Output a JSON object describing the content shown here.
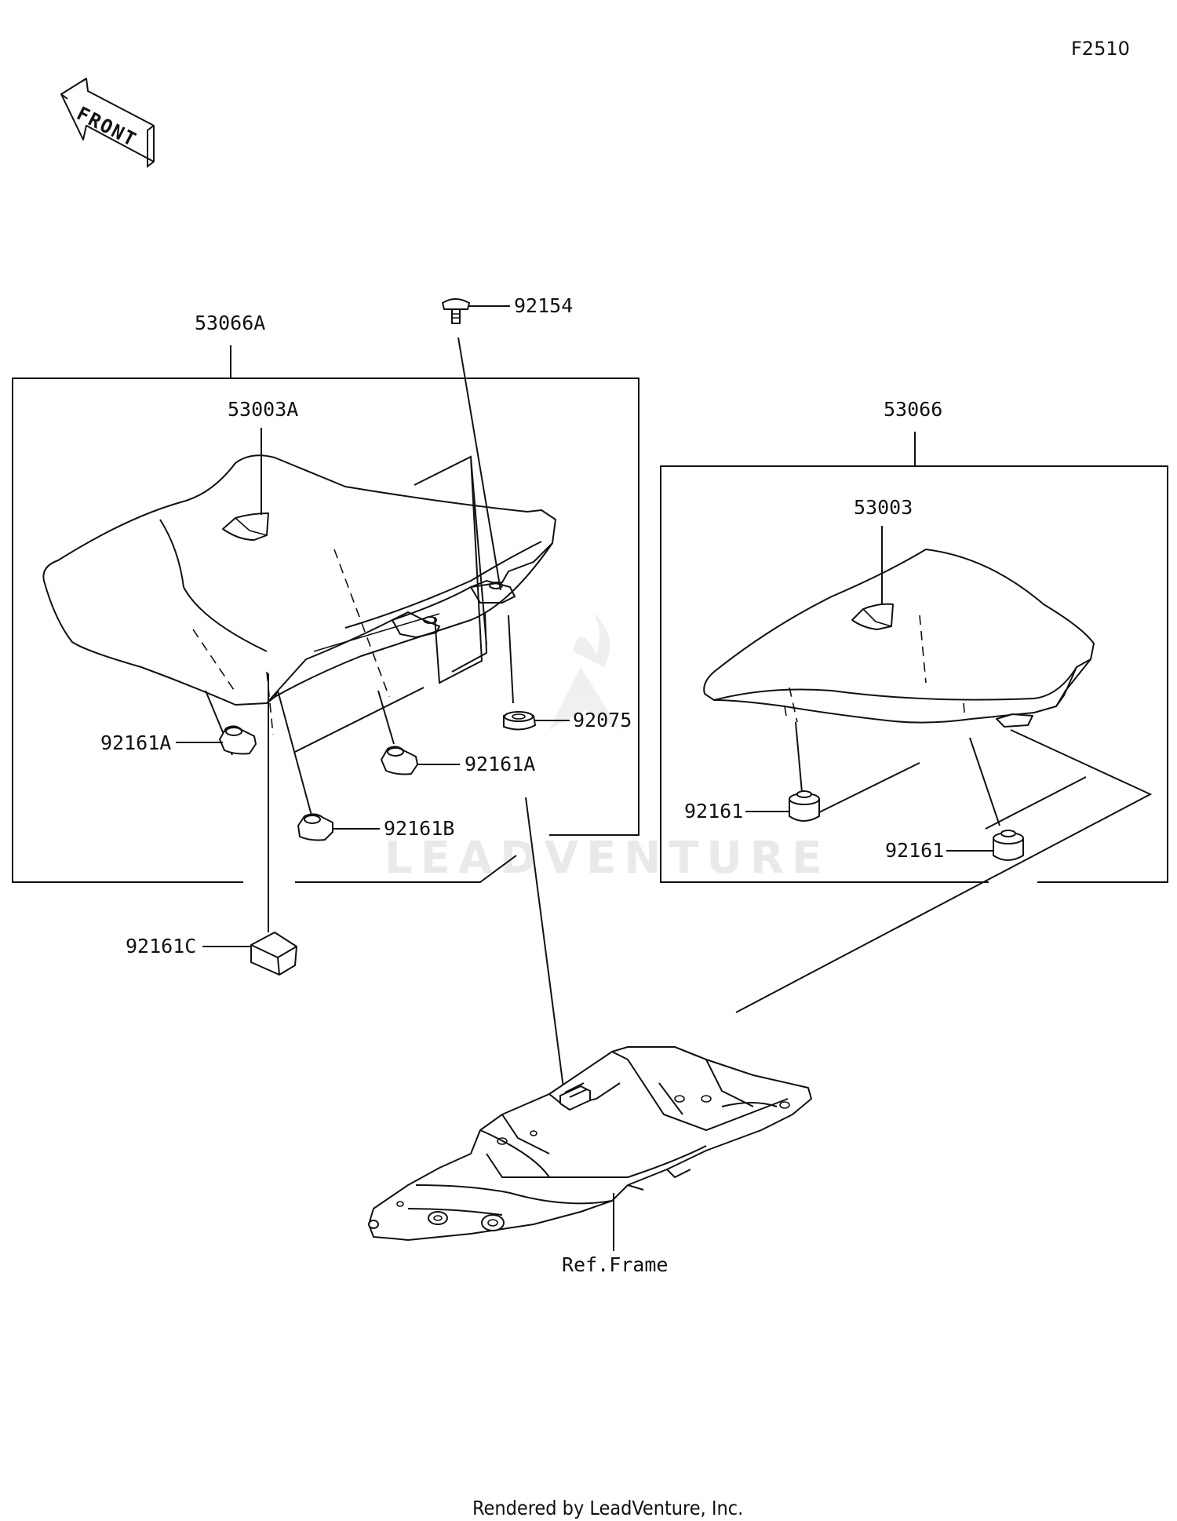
{
  "diagram_code": "F2510",
  "front_label": "FRONT",
  "watermark": "LEADVENTURE",
  "footer": "Rendered by LeadVenture, Inc.",
  "groups": {
    "front_seat": "53066A",
    "rear_seat": "53066"
  },
  "parts": {
    "front_seat_cover": "53003A",
    "rear_seat_cover": "53003",
    "bolt": "92154",
    "grommet": "92075",
    "damper_a_left": "92161A",
    "damper_a_right": "92161A",
    "damper_b": "92161B",
    "damper_c": "92161C",
    "rear_damper_left": "92161",
    "rear_damper_right": "92161"
  },
  "reference": "Ref.Frame"
}
